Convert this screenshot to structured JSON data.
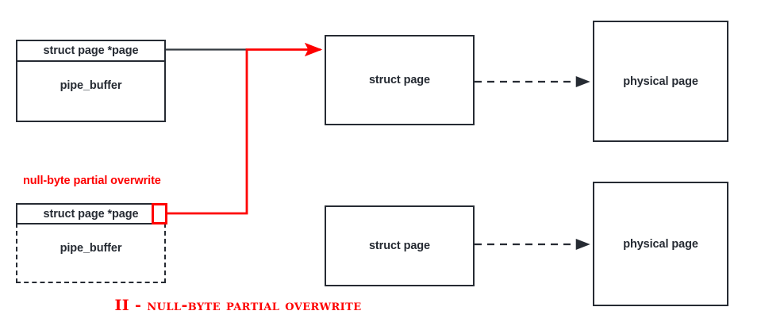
{
  "diagram": {
    "title": "II - null-byte partial overwrite",
    "colors": {
      "stroke": "#262b33",
      "accent_red": "#fe0000",
      "background": "#ffffff"
    },
    "annotation": "null-byte partial overwrite",
    "nodes": {
      "pipe_buffer_top": {
        "header": "struct page *page",
        "body": "pipe_buffer"
      },
      "pipe_buffer_bottom": {
        "header": "struct page *page",
        "body": "pipe_buffer"
      },
      "struct_page_top": "struct page",
      "struct_page_bottom": "struct page",
      "physical_page_top": "physical page",
      "physical_page_bottom": "physical page"
    },
    "edges": [
      {
        "name": "pointer-hijack-edge",
        "from": "pipe_buffer_bottom.header",
        "to": "struct_page_top",
        "style": "solid",
        "color": "#fe0000",
        "arrow": true
      },
      {
        "name": "original-pointer-edge",
        "from": "pipe_buffer_top.header",
        "to": "elbow",
        "style": "solid",
        "color": "#262b33",
        "arrow": false
      },
      {
        "name": "struct-page-to-physical-top",
        "from": "struct_page_top",
        "to": "physical_page_top",
        "style": "dashed",
        "color": "#262b33",
        "arrow": true
      },
      {
        "name": "struct-page-to-physical-bottom",
        "from": "struct_page_bottom",
        "to": "physical_page_bottom",
        "style": "dashed",
        "color": "#262b33",
        "arrow": true
      }
    ]
  }
}
